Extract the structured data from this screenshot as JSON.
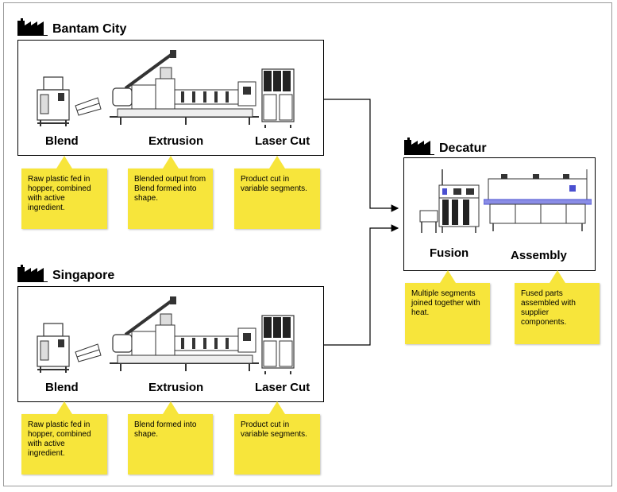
{
  "sites": {
    "bantam": {
      "name": "Bantam City",
      "stages": [
        "Blend",
        "Extrusion",
        "Laser Cut"
      ],
      "notes": [
        "Raw plastic fed in hopper, combined with active ingredient.",
        "Blended output from Blend formed into shape.",
        "Product cut in variable segments."
      ]
    },
    "singapore": {
      "name": "Singapore",
      "stages": [
        "Blend",
        "Extrusion",
        "Laser Cut"
      ],
      "notes": [
        "Raw plastic fed in hopper, combined with active ingredient.",
        "Blend formed into shape.",
        "Product cut in variable segments."
      ]
    },
    "decatur": {
      "name": "Decatur",
      "stages": [
        "Fusion",
        "Assembly"
      ],
      "notes": [
        "Multiple segments joined together with heat.",
        "Fused parts assembled with supplier components."
      ]
    }
  },
  "icons": {
    "site": "factory-icon",
    "machines": [
      "blender-machine",
      "extrusion-machine",
      "laser-cutter-machine",
      "fusion-machine",
      "assembly-line-machine"
    ]
  },
  "colors": {
    "note": "#f7e53b",
    "assembly_accent": "#4a4fd0"
  }
}
